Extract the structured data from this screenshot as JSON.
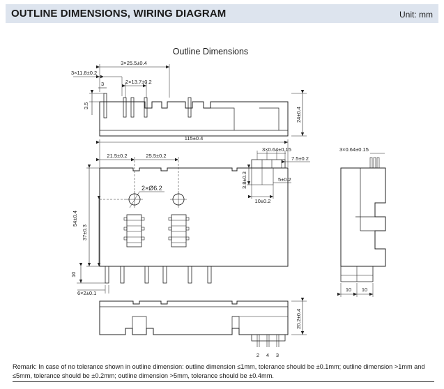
{
  "header": {
    "title": "OUTLINE DIMENSIONS, WIRING DIAGRAM",
    "unit": "Unit: mm"
  },
  "drawing": {
    "title": "Outline Dimensions",
    "dims": {
      "pitch_25_5": "3×25.5±0.4",
      "pitch_11_8": "3×11.8±0.2",
      "small_3": "3",
      "pitch_13_7": "2×13.7±0.2",
      "h_3_5": "3.5",
      "h_24": "24±0.4",
      "w_115": "115±0.4",
      "d_21_5": "21.5±0.2",
      "d_25_5": "25.5±0.2",
      "holes": "2×Ø6.2",
      "h_54": "54±0.4",
      "h_37": "37±0.3",
      "h_10_left": "10",
      "pins_6x2": "6×2±0.1",
      "pins_064_top": "3×0.64±0.15",
      "d_7_5": "7.5±0.2",
      "d_3_8": "3.8±0.3",
      "d_5": "5±0.2",
      "d_10": "10±0.2",
      "pins_064_side": "3×0.64±0.15",
      "side_10_a": "10",
      "side_10_b": "10",
      "h_20_2": "20.2±0.4",
      "pin2": "2",
      "pin4": "4",
      "pin3": "3"
    }
  },
  "remark": "Remark: In case of no tolerance shown in outline dimension: outline dimension ≤1mm, tolerance should be ±0.1mm; outline dimension >1mm and ≤5mm, tolerance should be ±0.2mm; outline dimension >5mm, tolerance should be ±0.4mm."
}
